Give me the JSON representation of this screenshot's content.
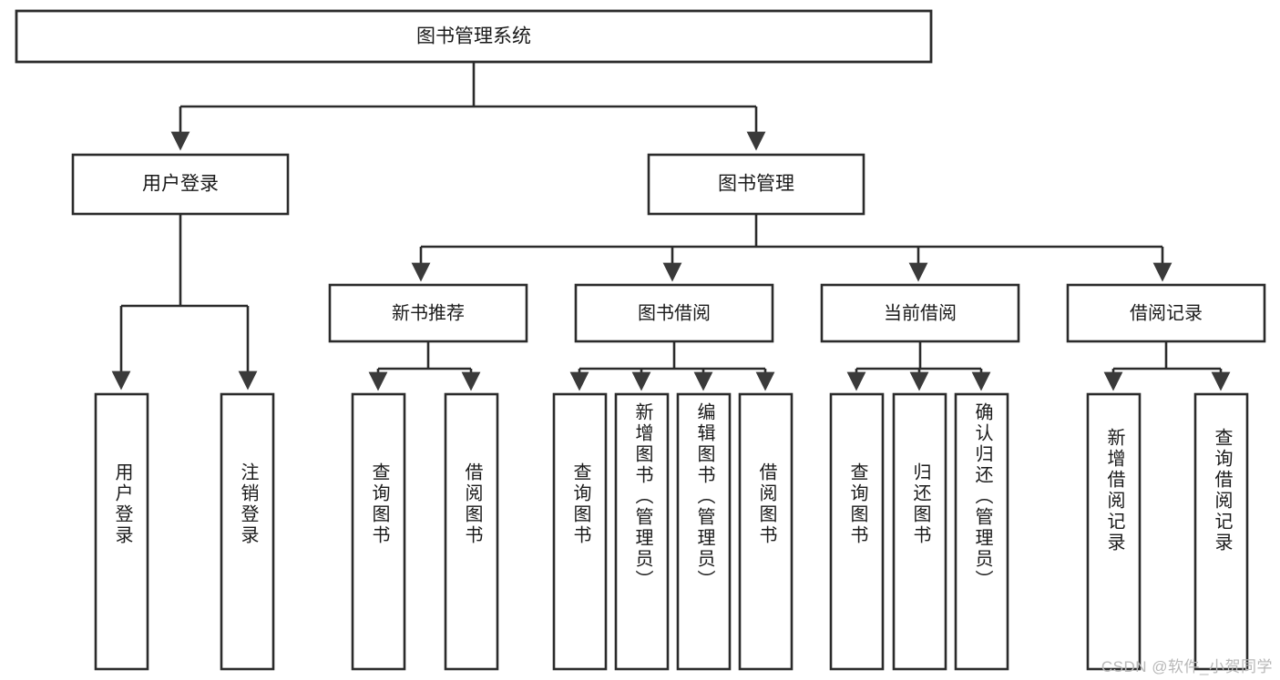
{
  "diagram": {
    "title": "图书管理系统",
    "type": "tree-hierarchy",
    "orientation": "top-down",
    "colors": {
      "stroke": "#2b2b2b",
      "fill": "#ffffff",
      "text": "#1a1a1a",
      "watermark": "#b8b8b8"
    }
  },
  "root": {
    "label": "图书管理系统"
  },
  "level1": [
    {
      "label": "用户登录"
    },
    {
      "label": "图书管理"
    }
  ],
  "level2": [
    {
      "label": "新书推荐"
    },
    {
      "label": "图书借阅"
    },
    {
      "label": "当前借阅"
    },
    {
      "label": "借阅记录"
    }
  ],
  "leaves": {
    "user_login": [
      {
        "label": "用户登录"
      },
      {
        "label": "注销登录"
      }
    ],
    "new_book_recommend": [
      {
        "label": "查询图书"
      },
      {
        "label": "借阅图书"
      }
    ],
    "book_borrow": [
      {
        "label": "查询图书"
      },
      {
        "label": "新增图书（管理员）"
      },
      {
        "label": "编辑图书（管理员）"
      },
      {
        "label": "借阅图书"
      }
    ],
    "current_borrow": [
      {
        "label": "查询图书"
      },
      {
        "label": "归还图书"
      },
      {
        "label": "确认归还（管理员）"
      }
    ],
    "borrow_record": [
      {
        "label": "新增借阅记录"
      },
      {
        "label": "查询借阅记录"
      }
    ]
  },
  "watermark": {
    "text": "CSDN @软件_小贺同学"
  }
}
